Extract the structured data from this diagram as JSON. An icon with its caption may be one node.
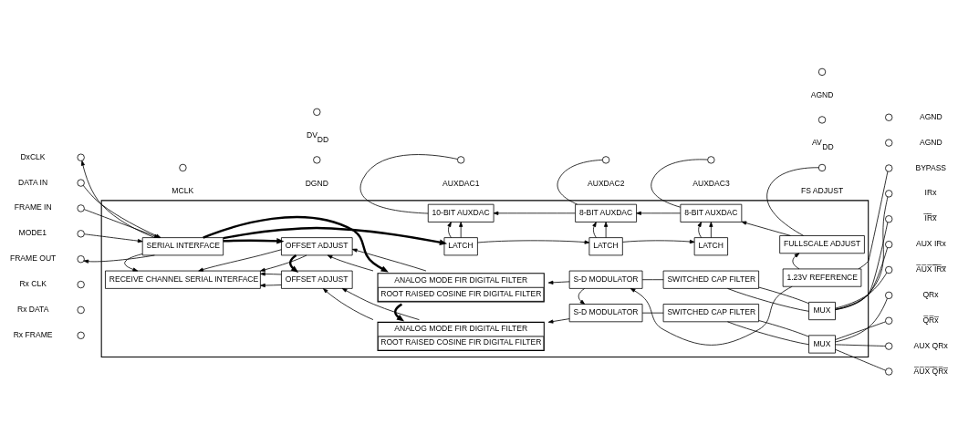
{
  "diagram": {
    "nodes": [
      {
        "text": [],
        "shape": "box"
      },
      {
        "text": [
          "SERIAL INTERFACE"
        ],
        "in": 0
      },
      {
        "text": [
          "10-BIT AUXDAC"
        ],
        "in": 0
      },
      {
        "text": [
          "8-BIT AUXDAC"
        ],
        "in": 0
      },
      {
        "text": [
          "8-BIT AUXDAC"
        ],
        "in": 0
      },
      {
        "text": [
          "FULLSCALE ADJUST"
        ],
        "in": 0
      },
      {
        "text": [
          "LATCH"
        ],
        "in": 0
      },
      {
        "text": [
          "LATCH"
        ],
        "in": 0
      },
      {
        "text": [
          "LATCH"
        ],
        "in": 0
      },
      {
        "text": [
          "1.23V REFERENCE"
        ],
        "in": 0
      },
      {
        "text": [
          "RECEIVE CHANNEL SERIAL INTERFACE"
        ],
        "in": 0
      },
      {
        "text": [
          "OFFSET ADJUST"
        ],
        "in": 0
      },
      {
        "text": [
          "ANALOG MODE FIR DIGITAL FILTER",
          "ROOT RAISED COSINE FIR DIGITAL FILTER"
        ],
        "in": 0
      },
      {
        "text": [
          "S-D MODULATOR"
        ],
        "in": 0
      },
      {
        "text": [
          "SWITCHED CAP FILTER"
        ],
        "in": 0
      },
      {
        "text": [
          "MUX"
        ],
        "in": 0
      },
      {
        "text": [
          "OFFSET ADJUST"
        ],
        "in": 0
      },
      {
        "text": [
          "ANALOG MODE FIR DIGITAL FILTER",
          "ROOT RAISED COSINE FIR DIGITAL FILTER"
        ],
        "in": 0
      },
      {
        "text": [
          "S-D MODULATOR"
        ],
        "in": 0
      },
      {
        "text": [
          "SWITCHED CAP FILTER"
        ],
        "in": 0
      },
      {
        "text": [
          "MUX"
        ],
        "in": 0
      },
      {
        "text": [],
        "shape": "circle",
        "beside": [
          "MCLK"
        ]
      },
      {
        "text": [],
        "shape": "circle",
        "beside": [
          "DGND"
        ]
      },
      {
        "text": [],
        "shape": "circle",
        "beside": [
          "DV$_{DD}$"
        ]
      },
      {
        "text": [],
        "shape": "circle",
        "beside": [
          "AUXDAC1"
        ]
      },
      {
        "text": [],
        "shape": "circle",
        "beside": [
          "AUXDAC2"
        ]
      },
      {
        "text": [],
        "shape": "circle",
        "beside": [
          "AUXDAC3"
        ]
      },
      {
        "text": [],
        "shape": "circle",
        "beside": [
          "FS ADJUST"
        ]
      },
      {
        "text": [],
        "shape": "circle",
        "beside": [
          "AV$_{DD}$"
        ]
      },
      {
        "text": [],
        "shape": "circle",
        "beside": [
          "AGND"
        ]
      },
      {
        "text": [],
        "shape": "circle",
        "beside": [
          "DxCLK"
        ]
      },
      {
        "text": [],
        "shape": "circle",
        "beside": [
          "DATA IN"
        ]
      },
      {
        "text": [],
        "shape": "circle",
        "beside": [
          "FRAME IN"
        ]
      },
      {
        "text": [],
        "shape": "circle",
        "beside": [
          "MODE1"
        ]
      },
      {
        "text": [],
        "shape": "circle",
        "beside": [
          "FRAME OUT"
        ]
      },
      {
        "text": [],
        "shape": "circle",
        "beside": [
          "Rx CLK"
        ]
      },
      {
        "text": [],
        "shape": "circle",
        "beside": [
          "Rx DATA"
        ]
      },
      {
        "text": [],
        "shape": "circle",
        "beside": [
          "Rx FRAME"
        ]
      },
      {
        "text": [],
        "shape": "circle",
        "beside": [
          "AGND"
        ]
      },
      {
        "text": [],
        "shape": "circle",
        "beside": [
          "AGND"
        ]
      },
      {
        "text": [],
        "shape": "circle",
        "beside": [
          "BYPASS"
        ]
      },
      {
        "text": [],
        "shape": "circle",
        "beside": [
          "IRx"
        ]
      },
      {
        "text": [],
        "shape": "circle",
        "beside": [
          "I̅R̅x̅"
        ]
      },
      {
        "text": [],
        "shape": "circle",
        "beside": [
          "AUX IRx"
        ]
      },
      {
        "text": [],
        "shape": "circle",
        "beside": [
          "A̅U̅X̅ ̅I̅R̅x̅"
        ]
      },
      {
        "text": [],
        "shape": "circle",
        "beside": [
          "QRx"
        ]
      },
      {
        "text": [],
        "shape": "circle",
        "beside": [
          "Q̅R̅x̅"
        ]
      },
      {
        "text": [],
        "shape": "circle",
        "beside": [
          "AUX QRx"
        ]
      },
      {
        "text": [],
        "shape": "circle",
        "beside": [
          "A̅U̅X̅ ̅Q̅R̅x̅"
        ]
      }
    ],
    "edges": [
      {
        "from": 24,
        "to": 2,
        "arrow": "none"
      },
      {
        "from": 25,
        "to": 3,
        "arrow": "none"
      },
      {
        "from": 26,
        "to": 4,
        "arrow": "none"
      },
      {
        "from": 27,
        "to": 5,
        "arrow": "none"
      },
      {
        "from": 1,
        "to": 30,
        "arrow": "to"
      },
      {
        "from": 31,
        "to": 1,
        "arrow": "to"
      },
      {
        "from": 32,
        "to": 1,
        "arrow": "to"
      },
      {
        "from": 33,
        "to": 1,
        "arrow": "to"
      },
      {
        "from": 1,
        "to": 34,
        "arrow": "to"
      },
      {
        "from": 5,
        "to": 4,
        "arrow": "to"
      },
      {
        "from": 4,
        "to": 3,
        "arrow": "to"
      },
      {
        "from": 3,
        "to": 2,
        "arrow": "to"
      },
      {
        "from": 1,
        "to": 6,
        "arrow": "to",
        "style": "thick"
      },
      {
        "from": 6,
        "to": 7,
        "arrow": "to"
      },
      {
        "from": 7,
        "to": 8,
        "arrow": "to"
      },
      {
        "from": 6,
        "to": 2,
        "arrow": "to"
      },
      {
        "from": 6,
        "to": 2,
        "arrow": "to"
      },
      {
        "from": 7,
        "to": 3,
        "arrow": "to"
      },
      {
        "from": 7,
        "to": 3,
        "arrow": "to"
      },
      {
        "from": 8,
        "to": 4,
        "arrow": "to"
      },
      {
        "from": 8,
        "to": 4,
        "arrow": "to"
      },
      {
        "from": 9,
        "to": 5,
        "arrow": "to"
      },
      {
        "from": 9,
        "to": 40,
        "arrow": "none"
      },
      {
        "from": 9,
        "to": 13,
        "arrow": "to"
      },
      {
        "from": 1,
        "to": 10,
        "arrow": "to"
      },
      {
        "from": 1,
        "to": 11,
        "arrow": "to",
        "style": "thick"
      },
      {
        "from": 1,
        "to": 12,
        "arrow": "to",
        "style": "thick"
      },
      {
        "from": 11,
        "to": 16,
        "arrow": "to",
        "style": "thick"
      },
      {
        "from": 12,
        "to": 17,
        "arrow": "to",
        "style": "thick"
      },
      {
        "from": 11,
        "to": 10,
        "arrow": "to"
      },
      {
        "from": 11,
        "to": 10,
        "arrow": "to"
      },
      {
        "from": 16,
        "to": 10,
        "arrow": "to"
      },
      {
        "from": 16,
        "to": 10,
        "arrow": "to"
      },
      {
        "from": 12,
        "to": 11,
        "arrow": "to"
      },
      {
        "from": 12,
        "to": 11,
        "arrow": "to"
      },
      {
        "from": 17,
        "to": 16,
        "arrow": "to"
      },
      {
        "from": 17,
        "to": 16,
        "arrow": "to"
      },
      {
        "from": 13,
        "to": 12,
        "arrow": "to"
      },
      {
        "from": 18,
        "to": 17,
        "arrow": "to"
      },
      {
        "from": 13,
        "to": 18,
        "arrow": "to"
      },
      {
        "from": 14,
        "to": 13,
        "arrow": "none"
      },
      {
        "from": 19,
        "to": 18,
        "arrow": "none"
      },
      {
        "from": 15,
        "to": 14,
        "arrow": "none"
      },
      {
        "from": 15,
        "to": 14,
        "arrow": "none"
      },
      {
        "from": 20,
        "to": 19,
        "arrow": "none"
      },
      {
        "from": 20,
        "to": 19,
        "arrow": "none"
      },
      {
        "from": 41,
        "to": 15,
        "arrow": "none"
      },
      {
        "from": 42,
        "to": 15,
        "arrow": "none"
      },
      {
        "from": 43,
        "to": 15,
        "arrow": "none"
      },
      {
        "from": 44,
        "to": 15,
        "arrow": "none"
      },
      {
        "from": 45,
        "to": 20,
        "arrow": "none"
      },
      {
        "from": 46,
        "to": 20,
        "arrow": "none"
      },
      {
        "from": 47,
        "to": 20,
        "arrow": "none"
      },
      {
        "from": 48,
        "to": 20,
        "arrow": "none"
      }
    ]
  }
}
